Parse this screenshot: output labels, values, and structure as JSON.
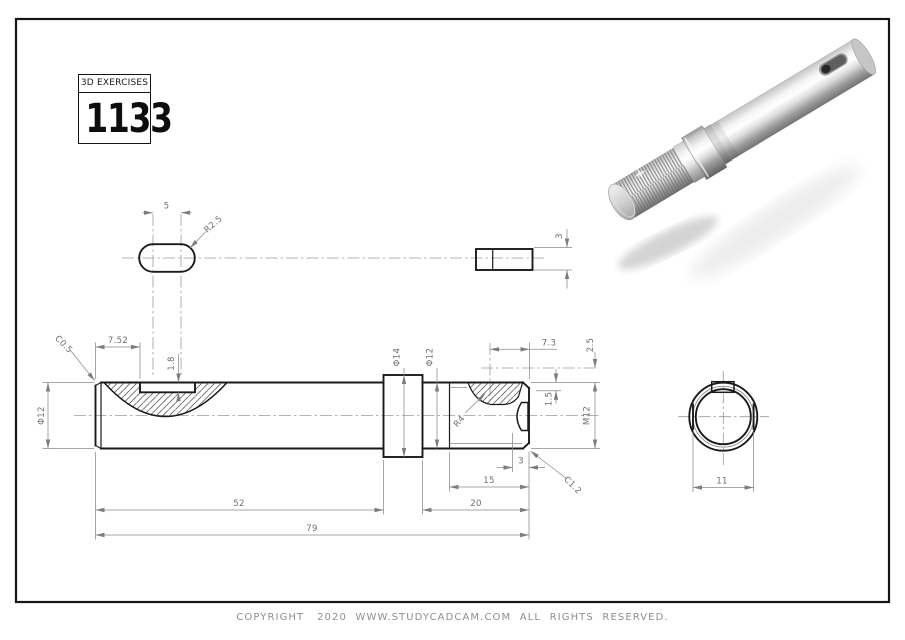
{
  "header": {
    "series_label": "3D EXERCISES",
    "exercise_number": "1133"
  },
  "footer": {
    "copyright": "COPYRIGHT   2020  WWW.STUDYCADCAM.COM  ALL  RIGHTS  RESERVED."
  },
  "colors": {
    "outline": "#1a1a1a",
    "dimension": "#8a8a8a",
    "dim_text": "#6f6f6f",
    "metal_highlight": "#ffffff",
    "metal_shadow": "#5f5f5f"
  },
  "dims": {
    "d5": "5",
    "r25": "R2.5",
    "t3": "3",
    "c05": "C0.5",
    "d752": "7.52",
    "d18": "1.8",
    "dia12a": "Φ12",
    "dia14": "Φ14",
    "dia12b": "Φ12",
    "d73": "7.3",
    "d25": "2.5",
    "d15s": "1.5",
    "m12": "M12",
    "r4": "R4",
    "d3": "3",
    "c12": "C1.2",
    "d15": "15",
    "d20": "20",
    "d52": "52",
    "d79": "79",
    "d11": "11"
  }
}
